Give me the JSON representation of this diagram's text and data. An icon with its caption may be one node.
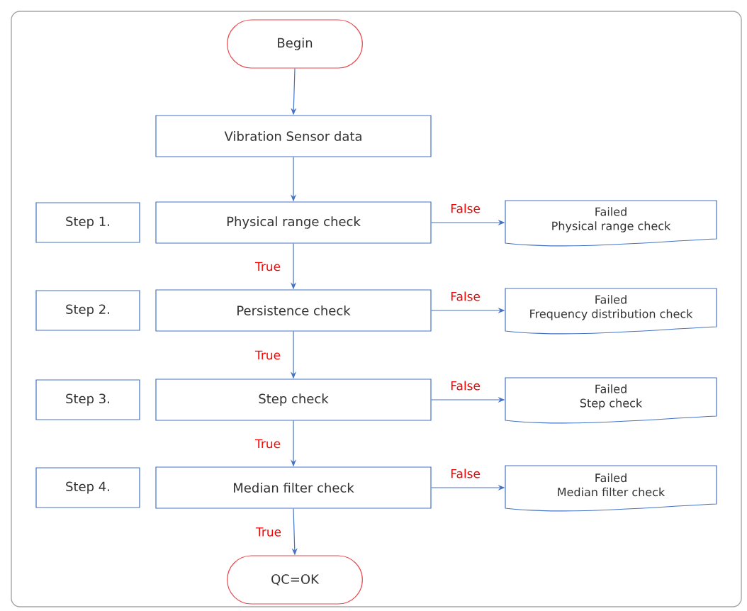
{
  "diagram": {
    "nodes": [
      {
        "text": [
          "Begin"
        ]
      },
      {
        "text": [
          "Vibration Sensor data"
        ]
      },
      {
        "text": [
          "Step 1."
        ]
      },
      {
        "text": [
          "Physical range check"
        ]
      },
      {
        "text": [
          "Failed",
          "Physical range check"
        ]
      },
      {
        "text": [
          "Step 2."
        ]
      },
      {
        "text": [
          "Persistence  check"
        ]
      },
      {
        "text": [
          "Failed",
          "Frequency distribution  check"
        ]
      },
      {
        "text": [
          "Step 3."
        ]
      },
      {
        "text": [
          "Step check"
        ]
      },
      {
        "text": [
          "Failed",
          "Step check"
        ]
      },
      {
        "text": [
          "Step 4."
        ]
      },
      {
        "text": [
          "Median filter check"
        ]
      },
      {
        "text": [
          "Failed",
          "Median filter check"
        ]
      },
      {
        "text": [
          "QC=OK"
        ]
      }
    ],
    "edges": [
      {
        "from": 0,
        "to": 1,
        "arrow": "to"
      },
      {
        "from": 1,
        "to": 3,
        "arrow": "to"
      },
      {
        "from": 3,
        "to": 4,
        "arrow": "to",
        "label": "False"
      },
      {
        "from": 3,
        "to": 6,
        "arrow": "to",
        "label": "True"
      },
      {
        "from": 6,
        "to": 7,
        "arrow": "to",
        "label": "False"
      },
      {
        "from": 6,
        "to": 9,
        "arrow": "to",
        "label": "True"
      },
      {
        "from": 9,
        "to": 10,
        "arrow": "to",
        "label": "False"
      },
      {
        "from": 9,
        "to": 12,
        "arrow": "to",
        "label": "True"
      },
      {
        "from": 12,
        "to": 13,
        "arrow": "to",
        "label": "False"
      },
      {
        "from": 12,
        "to": 14,
        "arrow": "to",
        "label": "True"
      }
    ]
  }
}
